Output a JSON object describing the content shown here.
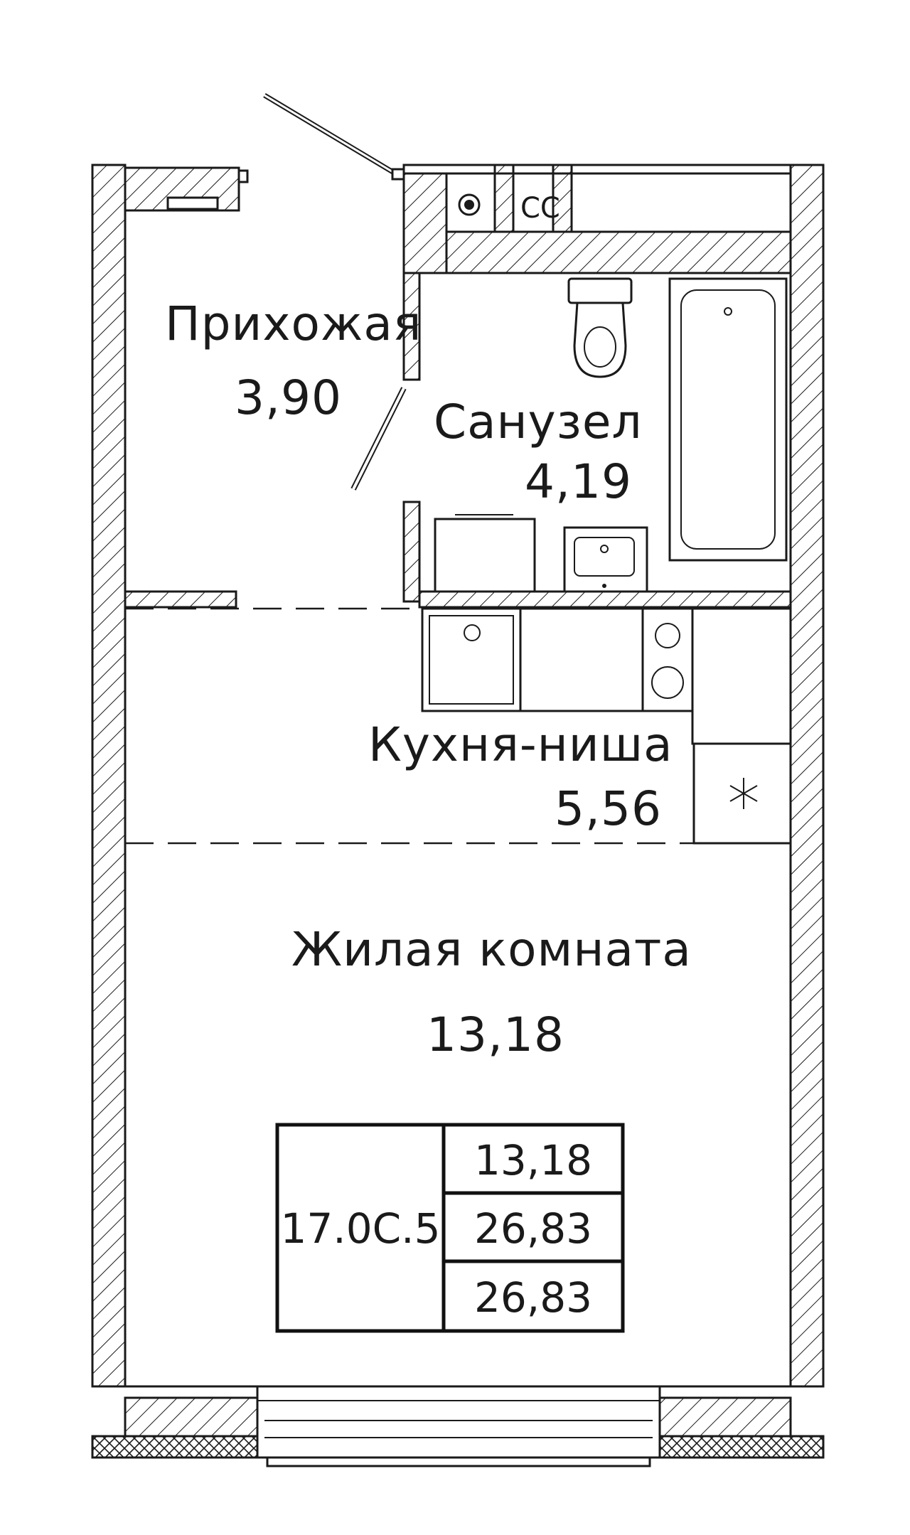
{
  "rooms": {
    "hallway": {
      "name": "Прихожая",
      "area": "3,90"
    },
    "bathroom": {
      "name": "Санузел",
      "area": "4,19"
    },
    "kitchen": {
      "name": "Кухня-ниша",
      "area": "5,56"
    },
    "living": {
      "name": "Жилая комната",
      "area": "13,18"
    }
  },
  "shaft_label": "СС",
  "summary_table": {
    "apartment_code": "17.0С.5",
    "living_area": "13,18",
    "total_area": "26,83",
    "total_area_with_balcony": "26,83"
  },
  "colors": {
    "line": "#1a1a1a",
    "background": "#ffffff"
  }
}
